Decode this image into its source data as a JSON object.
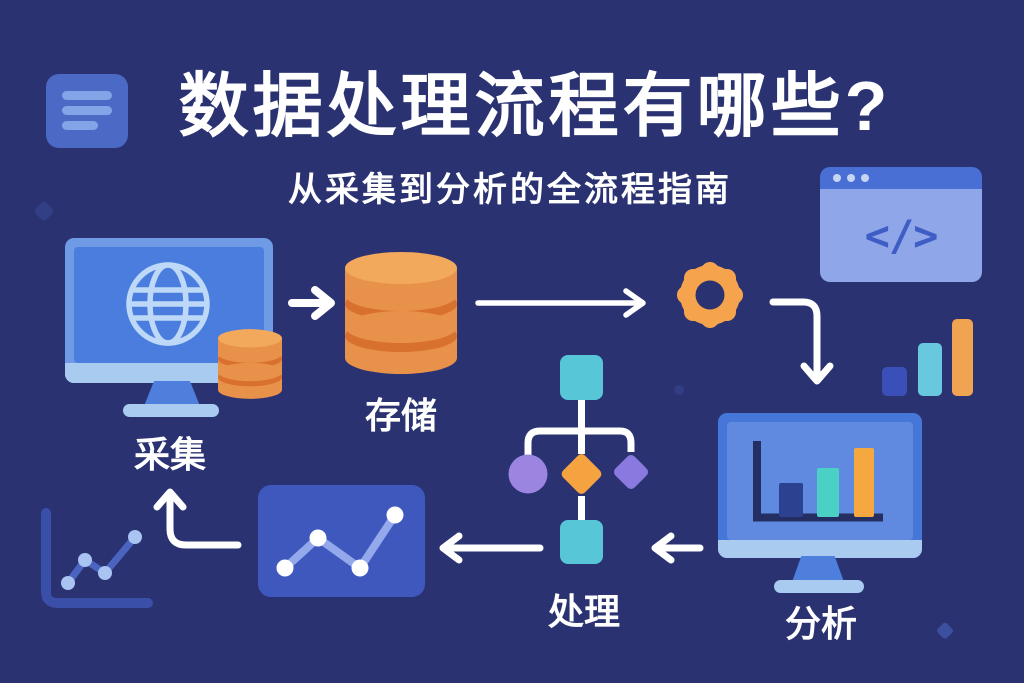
{
  "header": {
    "title": "数据处理流程有哪些?",
    "subtitle": "从采集到分析的全流程指南"
  },
  "flow_steps": [
    {
      "id": "collect",
      "label": "采集"
    },
    {
      "id": "store",
      "label": "存储"
    },
    {
      "id": "process",
      "label": "处理"
    },
    {
      "id": "analyze",
      "label": "分析"
    }
  ],
  "code_window": {
    "glyph": "</>"
  },
  "icons": {
    "document-icon": "rounded square with text lines",
    "globe-icon": "wireframe globe on monitor",
    "database-icon": "orange cylinder stack",
    "gear-icon": "orange cog",
    "code-window-icon": "browser window with </>",
    "mini-bar-chart-icon": "three ascending bars",
    "monitor-bar-chart-icon": "monitor with bar chart",
    "flowchart-icon": "tree of shapes",
    "line-chart-card-icon": "card with line chart",
    "decor-line-chart-icon": "faint axis line chart"
  },
  "colors": {
    "background": "#2A3272",
    "accent_orange": "#F5A44D",
    "accent_teal": "#57C7D8",
    "accent_purple": "#9B85E0",
    "monitor_blue": "#4B7DDF",
    "light_blue": "#A9CBF0",
    "card_blue": "#3F58BE",
    "white": "#FFFFFF"
  }
}
